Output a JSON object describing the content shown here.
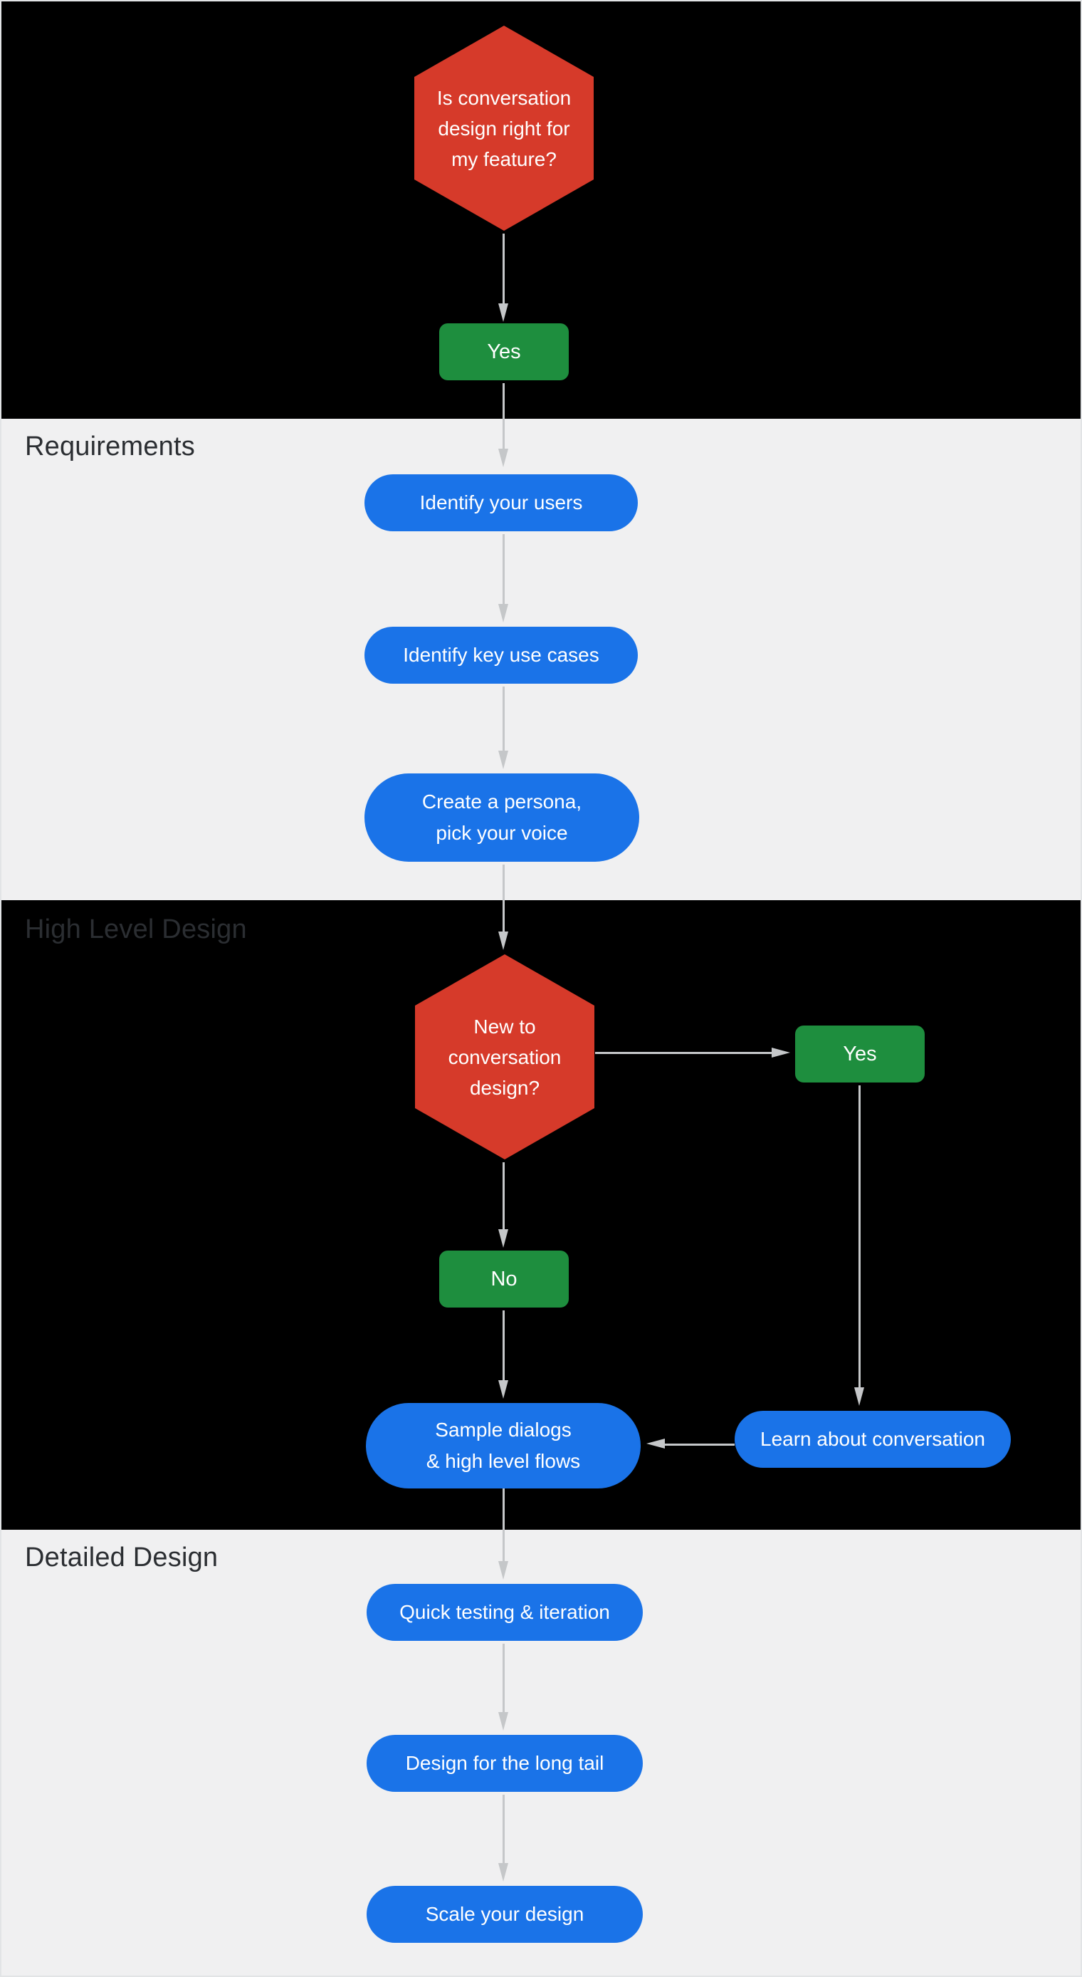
{
  "sections": {
    "requirements": {
      "label": "Requirements"
    },
    "high_level_design": {
      "label": "High Level Design"
    },
    "detailed_design": {
      "label": "Detailed Design"
    }
  },
  "nodes": {
    "decision_feature": {
      "type": "decision",
      "lines": [
        "Is conversation",
        "design right for",
        "my feature?"
      ]
    },
    "yes_start": {
      "type": "choice",
      "label": "Yes"
    },
    "identify_users": {
      "type": "action",
      "label": "Identify your users"
    },
    "identify_use_cases": {
      "type": "action",
      "label": "Identify key use cases"
    },
    "create_persona": {
      "type": "action",
      "lines": [
        "Create a persona,",
        "pick your voice"
      ]
    },
    "decision_new": {
      "type": "decision",
      "lines": [
        "New to",
        "conversation",
        "design?"
      ]
    },
    "yes_new": {
      "type": "choice",
      "label": "Yes"
    },
    "no_new": {
      "type": "choice",
      "label": "No"
    },
    "sample_dialogs": {
      "type": "action",
      "lines": [
        "Sample dialogs",
        "& high level flows"
      ]
    },
    "learn_conversation": {
      "type": "action",
      "label": "Learn about conversation"
    },
    "quick_testing": {
      "type": "action",
      "label": "Quick testing & iteration"
    },
    "long_tail": {
      "type": "action",
      "label": "Design for the long tail"
    },
    "scale_design": {
      "type": "action",
      "label": "Scale your design"
    }
  },
  "colors": {
    "decision": "#d63a2a",
    "action": "#1a73e8",
    "choice": "#1e8e3e",
    "section_dark": "#000000",
    "section_light": "#f0f0f1",
    "connector": "#c5c7c9",
    "label": "#2b2e32"
  }
}
